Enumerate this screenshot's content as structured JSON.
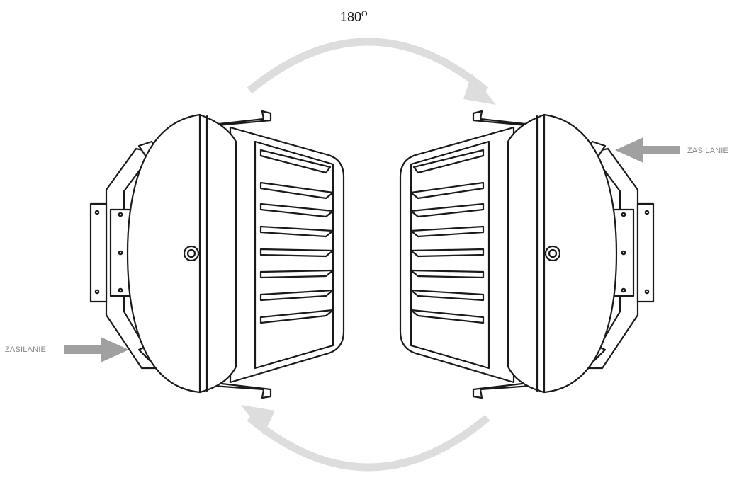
{
  "rotation": {
    "value": "180",
    "unit_symbol": "O"
  },
  "labels": {
    "power_right": "ZASILANIE",
    "power_left": "ZASILANIE"
  },
  "colors": {
    "stroke": "#1a1a1a",
    "rotation_arrow": "#dddddd",
    "supply_arrow": "#a0a0a0",
    "label_text": "#888888"
  }
}
